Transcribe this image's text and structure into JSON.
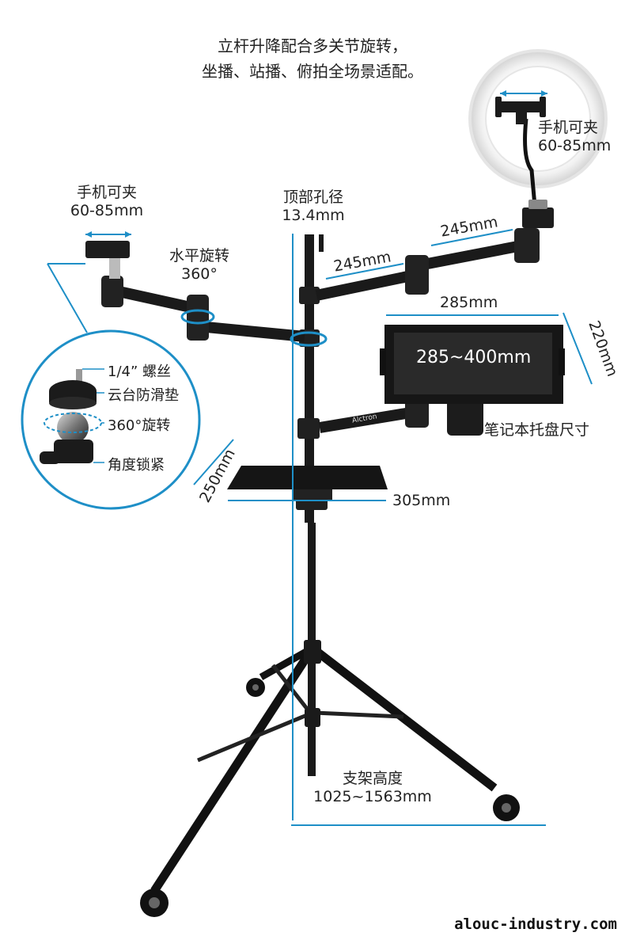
{
  "headline": {
    "line1": "立杆升降配合多关节旋转，",
    "line2": "坐播、站播、俯拍全场景适配。"
  },
  "labels": {
    "left_clamp_title": "手机可夹",
    "left_clamp_range": "60-85mm",
    "right_clamp_title": "手机可夹",
    "right_clamp_range": "60-85mm",
    "top_hole_title": "顶部孔径",
    "top_hole_value": "13.4mm",
    "rotation_title": "水平旋转",
    "rotation_value": "360°",
    "arm_lower": "245mm",
    "arm_upper": "245mm",
    "tray_width": "285mm",
    "tray_depth": "220mm",
    "tray_expand": "285~400mm",
    "tray_caption": "笔记本托盘尺寸",
    "shelf_depth": "250mm",
    "shelf_width": "305mm",
    "stand_height_title": "支架高度",
    "stand_height_value": "1025~1563mm"
  },
  "inset": {
    "screw": "1/4” 螺丝",
    "pad": "云台防滑垫",
    "rotate": "360°旋转",
    "lock": "角度锁紧"
  },
  "brand_mark": "Alctron",
  "watermark": "alouc-industry.com",
  "colors": {
    "accent": "#1e8fc7",
    "metal": "#1c1c1c",
    "ring_light": "#f2f2f2"
  }
}
